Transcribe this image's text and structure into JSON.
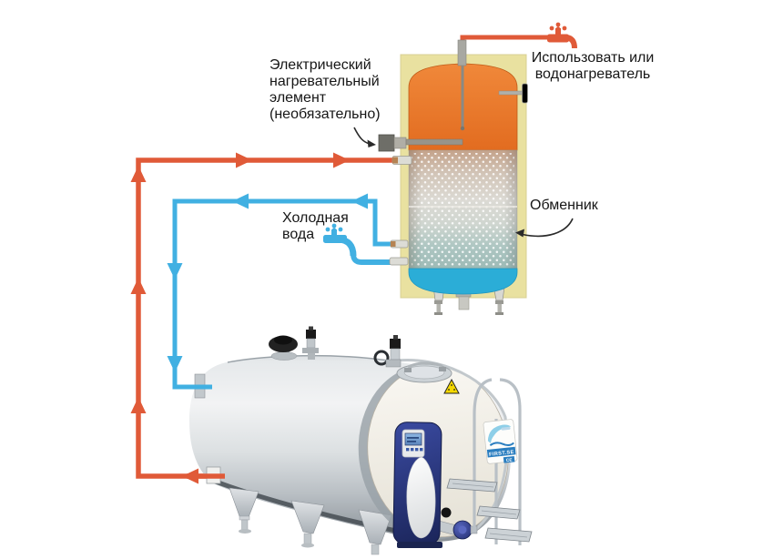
{
  "diagram": {
    "labels": {
      "heating_element": {
        "line1": "Электрический",
        "line2": "нагревательный",
        "line3": "элемент",
        "line4": "(необязательно)"
      },
      "hot_water_use": {
        "line1": "Использовать или",
        "line2": "водонагреватель"
      },
      "cold_water": {
        "line1": "Холодная",
        "line2": "вода"
      },
      "exchanger": "Обменник"
    },
    "milk_tank": {
      "model_badge": "FIRST.SE",
      "ce_mark": "CE"
    },
    "colors": {
      "hot_pipe": "#e05a38",
      "cold_pipe": "#41b0e2",
      "heater_hot_zone": "#e8762a",
      "heater_cold_zone": "#2badd7",
      "panel_background": "#e9e1a0",
      "control_unit": "#27357e"
    }
  }
}
